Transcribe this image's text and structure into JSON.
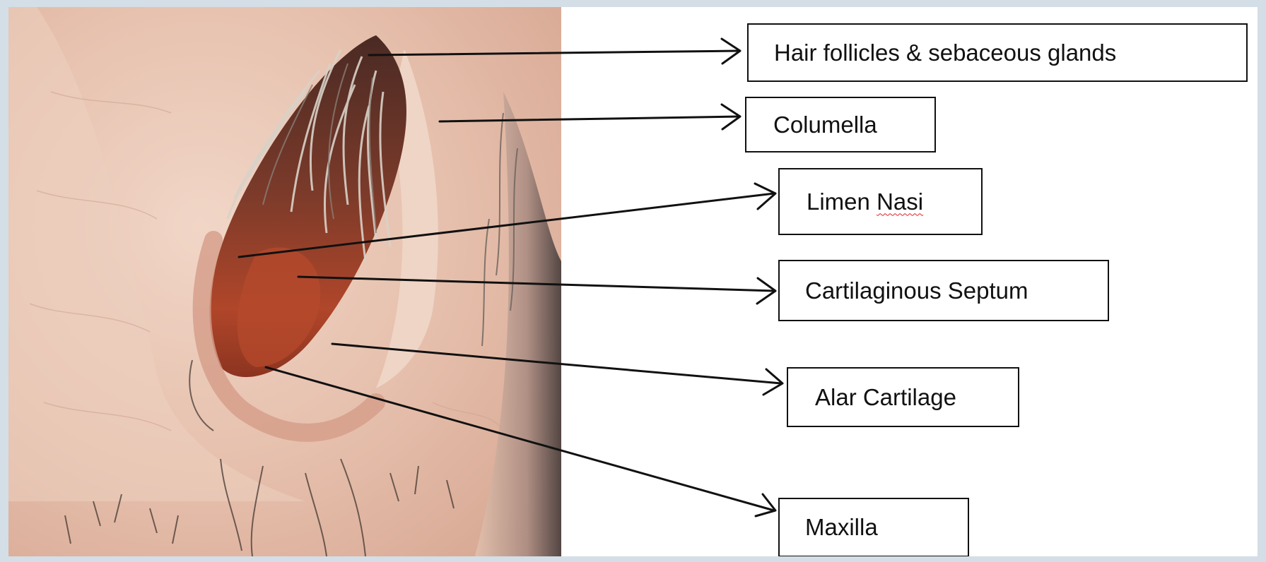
{
  "labels": {
    "hair_follicles": "Hair follicles & sebaceous glands",
    "columella": "Columella",
    "limen_prefix": "Limen ",
    "limen_word": "Nasi",
    "cartilaginous_septum": "Cartilaginous Septum",
    "alar_cartilage": "Alar Cartilage",
    "maxilla": "Maxilla"
  },
  "colors": {
    "frame": "#d4dee6",
    "skin": "#e7c4b2",
    "nostril_dark": "#6b2f22",
    "septum_red": "#a5432a",
    "arrow": "#111111",
    "spellcheck": "#e0202a"
  }
}
